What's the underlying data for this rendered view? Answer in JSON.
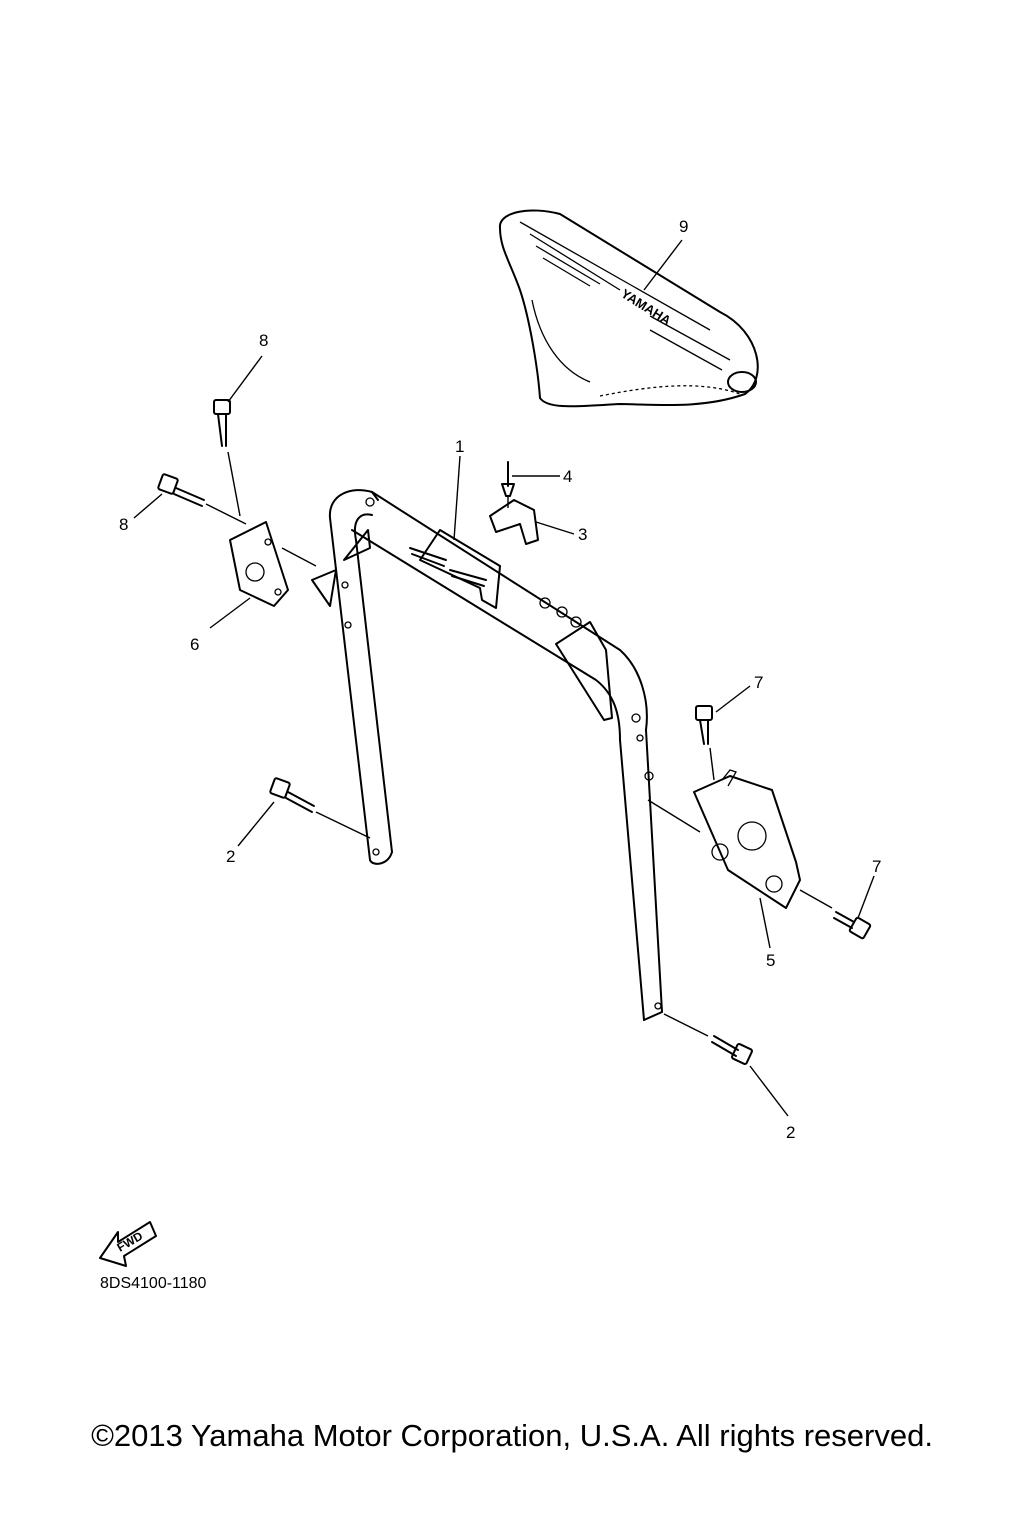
{
  "callouts": {
    "c1": "1",
    "c2a": "2",
    "c2b": "2",
    "c3": "3",
    "c4": "4",
    "c5": "5",
    "c6": "6",
    "c7a": "7",
    "c7b": "7",
    "c8a": "8",
    "c8b": "8",
    "c9": "9"
  },
  "seat_brand": "YAMAHA",
  "fwd_label": "FWD",
  "diagram_code": "8DS4100-1180",
  "copyright": "©2013 Yamaha Motor Corporation, U.S.A. All rights reserved."
}
